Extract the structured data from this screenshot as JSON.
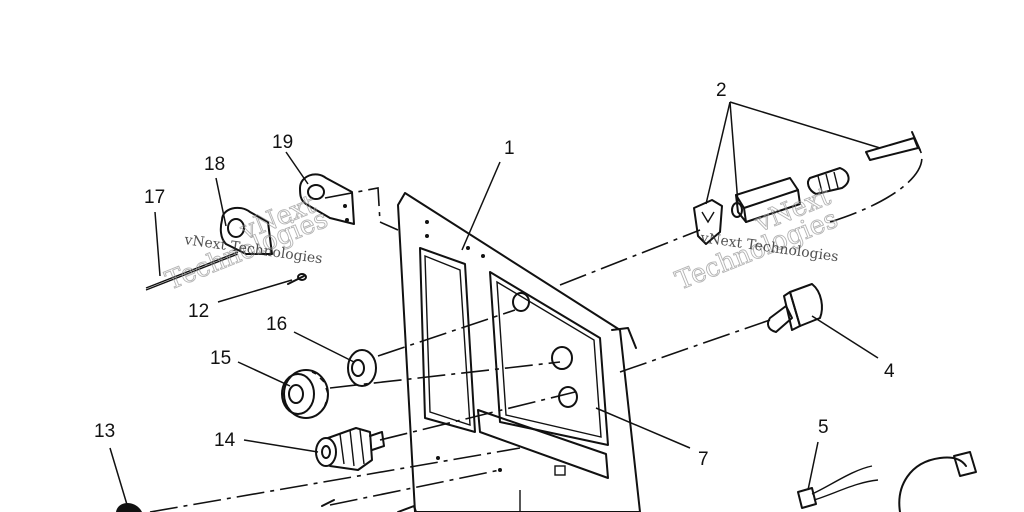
{
  "callouts": {
    "c1": "1",
    "c2": "2",
    "c4": "4",
    "c5": "5",
    "c7": "7",
    "c12": "12",
    "c13": "13",
    "c14": "14",
    "c15": "15",
    "c16": "16",
    "c17": "17",
    "c18": "18",
    "c19": "19"
  },
  "watermarks": {
    "brand": "vNext",
    "word": "Technologies",
    "line": "vNext Technologies"
  }
}
